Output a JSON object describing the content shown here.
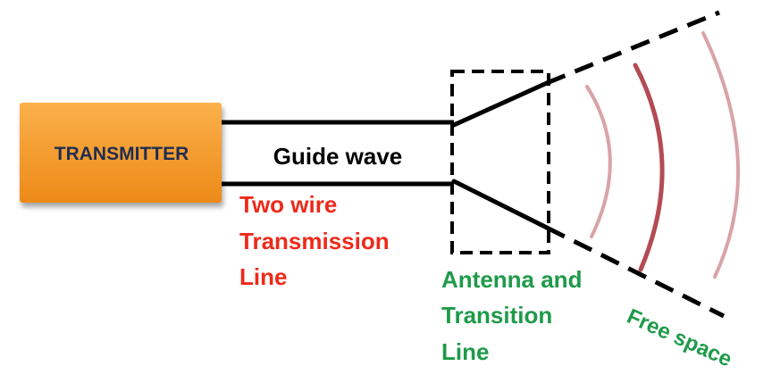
{
  "colors": {
    "transmitter_fill_light": "#fbb04a",
    "transmitter_fill_dark": "#ec8a18",
    "transmitter_text": "#1f2d50",
    "wire": "#000000",
    "guide_text": "#000000",
    "red_label": "#ee2a1a",
    "green_label": "#1f9a4a",
    "wave_light": "#d9a3a6",
    "wave_dark": "#b44a54"
  },
  "transmitter": {
    "label": "TRANSMITTER"
  },
  "guide_wave": {
    "label": "Guide wave"
  },
  "transmission_line": {
    "label_line1": "Two wire",
    "label_line2": "Transmission",
    "label_line3": "Line"
  },
  "antenna": {
    "label_line1": "Antenna and",
    "label_line2": "Transition",
    "label_line3": "Line"
  },
  "free_space": {
    "label": "Free space"
  }
}
